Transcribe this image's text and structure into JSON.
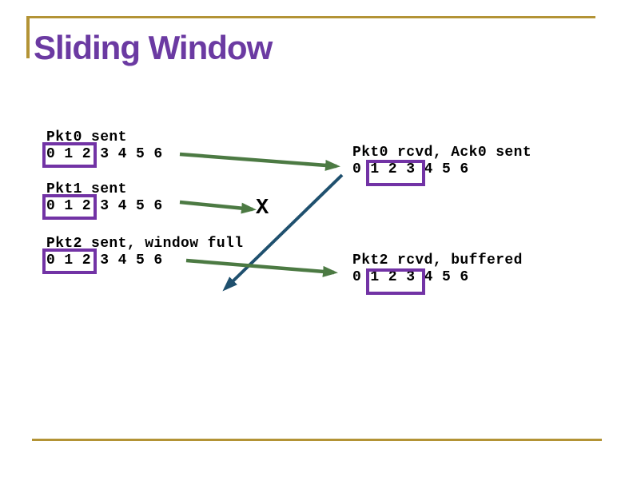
{
  "title": "Sliding Window",
  "sender": {
    "rows": [
      {
        "label": "Pkt0 sent",
        "sequence": "0 1 2 3 4 5 6",
        "window": "0 1 2"
      },
      {
        "label": "Pkt1 sent",
        "sequence": "0 1 2 3 4 5 6",
        "window": "0 1 2"
      },
      {
        "label": "Pkt2 sent, window full",
        "sequence": "0 1 2 3 4 5 6",
        "window": "0 1 2"
      }
    ]
  },
  "receiver": {
    "rows": [
      {
        "label": "Pkt0 rcvd, Ack0 sent",
        "sequence": "0 1 2 3 4 5 6",
        "window": "1 2 3"
      },
      {
        "label": "Pkt2 rcvd, buffered",
        "sequence": "0 1 2 3 4 5 6",
        "window": "1 2 3"
      }
    ]
  },
  "loss_marker": "X",
  "arrows": [
    {
      "name": "pkt0-arrow",
      "color": "#4C7A43",
      "direction": "left-to-right"
    },
    {
      "name": "pkt1-arrow-lost",
      "color": "#4C7A43",
      "direction": "left-to-right"
    },
    {
      "name": "ack0-arrow",
      "color": "#1F506E",
      "direction": "right-to-left"
    },
    {
      "name": "pkt2-arrow",
      "color": "#4C7A43",
      "direction": "left-to-right"
    }
  ],
  "colors": {
    "frame_gold": "#B39335",
    "title_purple": "#6B3AA2",
    "window_box_purple": "#7233A5",
    "packet_arrow_green": "#4C7A43",
    "ack_arrow_blue": "#1F506E",
    "body_text": "#000000"
  }
}
